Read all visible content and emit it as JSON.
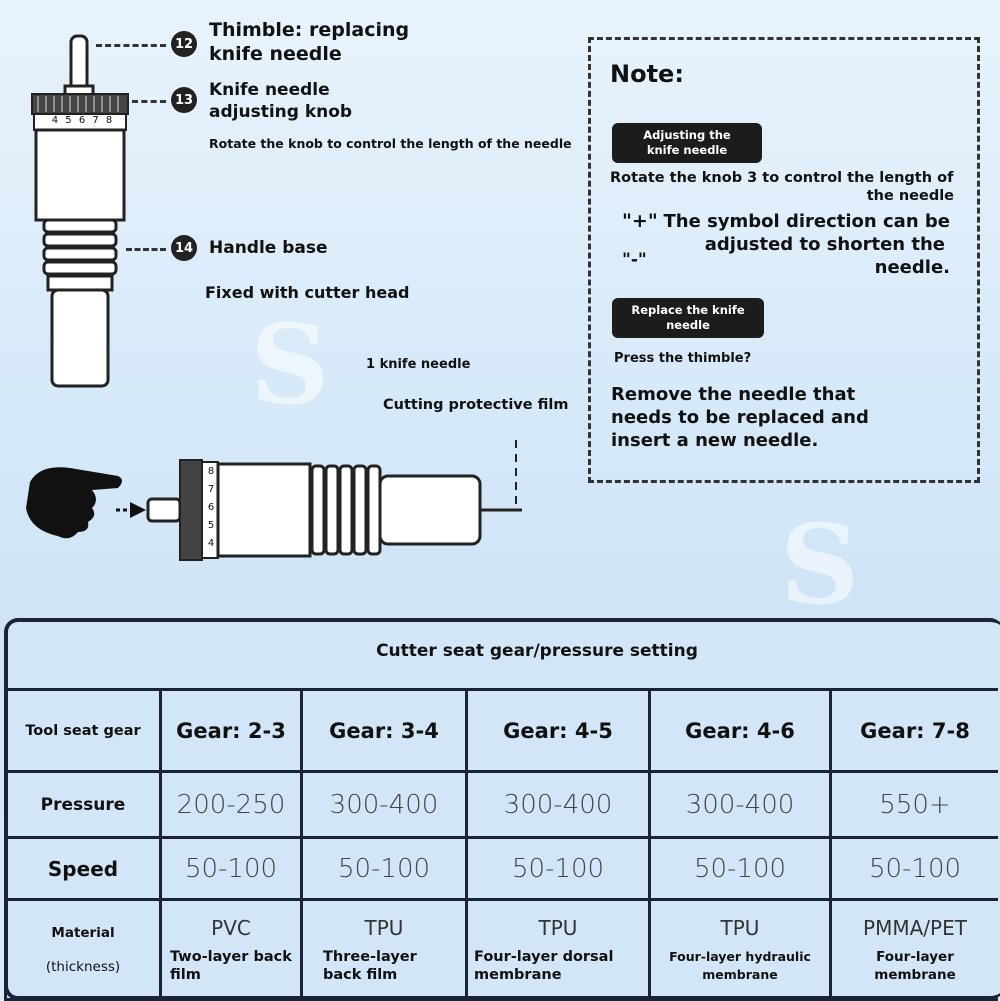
{
  "callouts": [
    {
      "num": "⑫",
      "title": "Thimble: replacing knife needle",
      "title_l1": "Thimble: replacing",
      "title_l2": "knife needle"
    },
    {
      "num": "⑬",
      "title_l1": "Knife needle",
      "title_l2": "adjusting knob",
      "sub": "Rotate the knob to control the length of the needle"
    },
    {
      "num": "⑭",
      "title": "Handle base",
      "sub": "Fixed with cutter head"
    }
  ],
  "badges": [
    "12",
    "13",
    "14"
  ],
  "knob_scale_top": "4 5 6 7 8",
  "knob_scale_side": [
    "8",
    "7",
    "6",
    "5",
    "4"
  ],
  "labels": {
    "knife_needle": "1 knife needle",
    "cutting_film": "Cutting protective film"
  },
  "note": {
    "heading": "Note:",
    "tag1": "Adjusting the knife needle",
    "text1_l1": "Rotate the knob 3 to control the length of",
    "text1_l2": "the needle",
    "plus": "\"+\"",
    "minus": "\"-\"",
    "text2_l1": "The symbol direction can be",
    "text2_l2": "adjusted to shorten the",
    "text2_l3": "needle.",
    "tag2": "Replace the knife needle",
    "text3": "Press the thimble?",
    "text4_l1": "Remove the needle that",
    "text4_l2": "needs to be replaced and",
    "text4_l3": "insert a new needle."
  },
  "table": {
    "title": "Cutter seat gear/pressure setting",
    "row_labels": {
      "gear": "Tool seat gear",
      "pressure": "Pressure",
      "speed": "Speed",
      "material_l1": "Material",
      "material_l2": "(thickness)"
    },
    "columns": [
      {
        "gear": "Gear: 2-3",
        "pressure": "200-250",
        "speed": "50-100",
        "material": "PVC",
        "desc": "Two-layer back film"
      },
      {
        "gear": "Gear: 3-4",
        "pressure": "300-400",
        "speed": "50-100",
        "material": "TPU",
        "desc": "Three-layer back film"
      },
      {
        "gear": "Gear: 4-5",
        "pressure": "300-400",
        "speed": "50-100",
        "material": "TPU",
        "desc": "Four-layer dorsal membrane"
      },
      {
        "gear": "Gear: 4-6",
        "pressure": "300-400",
        "speed": "50-100",
        "material": "TPU",
        "desc": "Four-layer hydraulic membrane"
      },
      {
        "gear": "Gear: 7-8",
        "pressure": "550+",
        "speed": "50-100",
        "material": "PMMA/PET",
        "desc": "Four-layer membrane"
      }
    ]
  },
  "colors": {
    "background": "#d4e8f8",
    "ink": "#1a2436",
    "tag_bg": "#1c1c1c"
  }
}
